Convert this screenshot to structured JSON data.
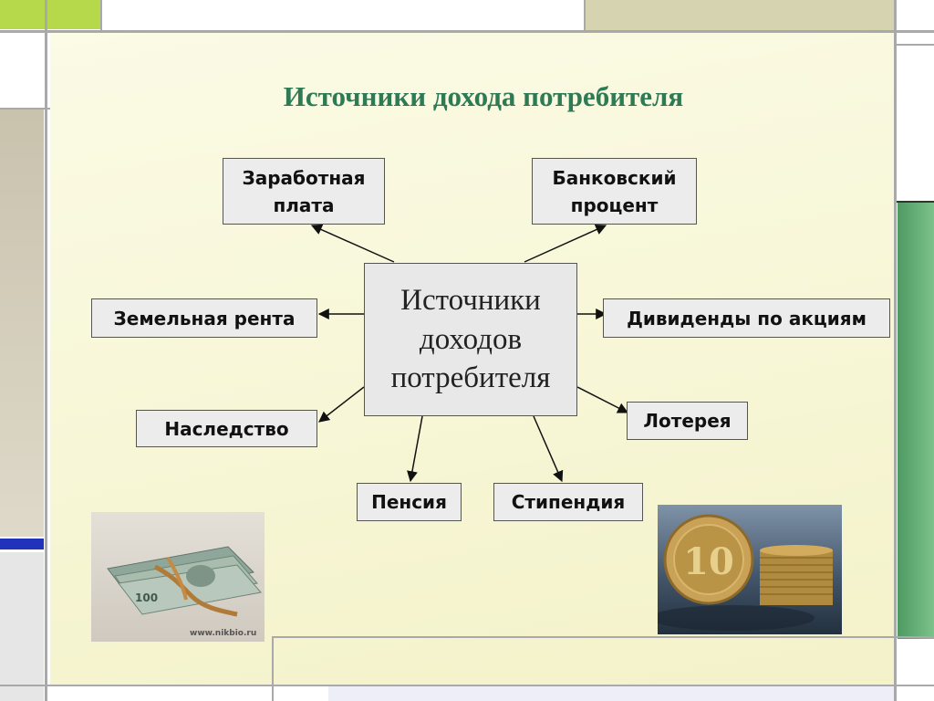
{
  "title": "Источники дохода потребителя",
  "center_node": {
    "line1": "Источники",
    "line2": "доходов",
    "line3": "потребителя"
  },
  "nodes": {
    "wages": "Заработная плата",
    "bank_interest": "Банковский процент",
    "land_rent": "Земельная рента",
    "dividends": "Дивиденды по акциям",
    "inheritance": "Наследство",
    "lottery": "Лотерея",
    "pension": "Пенсия",
    "stipend": "Стипендия"
  },
  "images": {
    "money_credit": "www.nikbio.ru",
    "coin_value": "10"
  },
  "colors": {
    "title": "#2e7a54",
    "accent_green": "#b5d94a",
    "accent_olive": "#d6d4b0",
    "accent_blue": "#2233bb",
    "accent_teal": "#5ea872"
  }
}
